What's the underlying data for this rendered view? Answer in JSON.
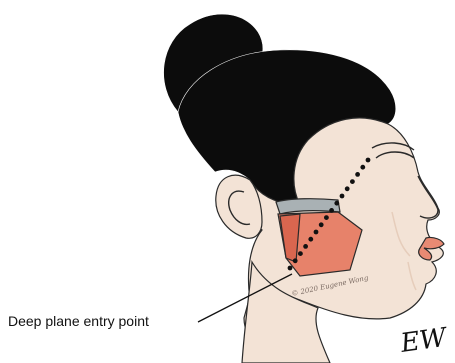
{
  "annotation": {
    "label": "Deep plane entry point"
  },
  "copyright_text": "© 2020 Eugene Wong",
  "signature_text": "EW",
  "colors": {
    "skin": "#f3e3d6",
    "skin_shadow": "#e6cdbb",
    "hair": "#0c0c0c",
    "muscle": "#e7826a",
    "muscle_dark": "#d9664f",
    "smas_band": "#a9b1b4",
    "lips": "#e88a73",
    "outline": "#2a2a2a"
  }
}
